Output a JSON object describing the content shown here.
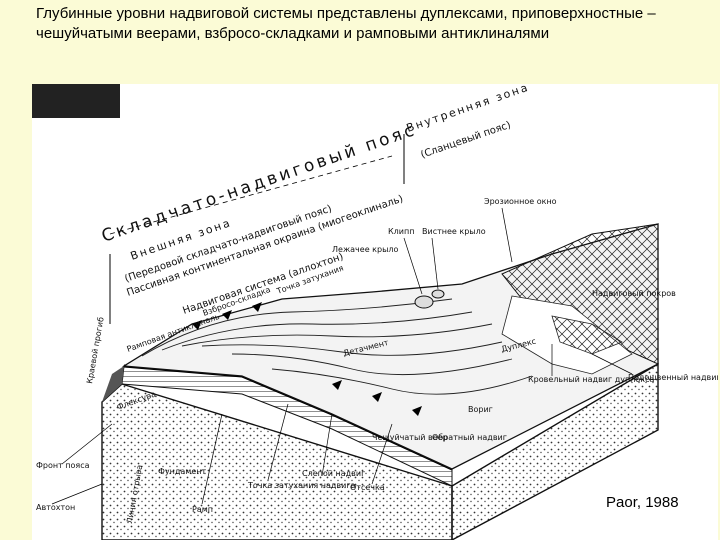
{
  "slide": {
    "title": "Глубинные уровни надвиговой системы представлены дуплексами, приповерхностные – чешуйчатыми веерами, взбросо-складками и рамповыми антиклиналями",
    "credit": "Paor, 1988"
  },
  "diagram": {
    "heading": "Складчато-надвиговый пояс",
    "outer_zone": "Внешняя зона",
    "outer_zone_sub": "(Передовой складчато-надвиговый пояс)",
    "inner_zone": "Внутренняя зона",
    "inner_zone_sub": "(Сланцевый пояс)",
    "passive_margin": "Пассивная континентальная окраина (миогеоклиналь)",
    "thrust_system": "Надвиговая система (аллохтон)",
    "labels": {
      "front_ridge": "Краевой прогиб",
      "ramp_anticline": "Рамповая антиклиналь",
      "back_thrust": "Взбросо-складка",
      "tip_point": "Точка затухания",
      "hanging_wall": "Лежачее крыло",
      "klippe": "Клипп",
      "window": "Вистнее крыло",
      "erosion_window": "Эрозионное окно",
      "detachment": "Детачмент",
      "duplex": "Дуплекс",
      "roof_thrust": "Кровельный надвиг дуплекса",
      "floor_thrust": "Подошвенный надвиг дуплекса",
      "horse": "Надвиговый покров",
      "imbricate_fan": "Чешуйчатый веер",
      "back_thrust_2": "Обратный надвиг",
      "blind_thrust": "Слепой надвиг",
      "offset": "Отсечка",
      "tip_line": "Точка затухания надвига",
      "ramp": "Рамп",
      "foundation": "Фундамент",
      "autochthon": "Автохтон",
      "front_belt": "Фронт пояса",
      "thrust_line": "Линия отрыва",
      "horse_2": "Вориг",
      "fold": "Флексура",
      "flat": "Чешуйчатый веер"
    }
  }
}
